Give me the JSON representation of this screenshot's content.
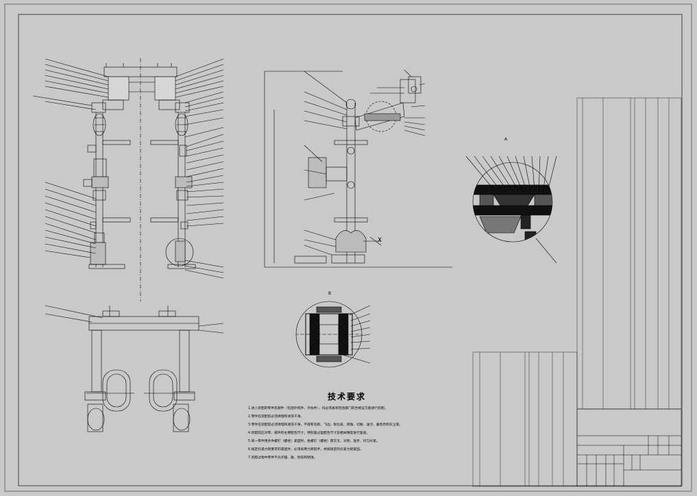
{
  "drawing": {
    "notes_title": "技术要求",
    "notes": [
      "1.进入装配的零件及部件（包括外购件、外协件），均必须具有检验部门的合格证方能进行装配。",
      "2.零件在装配前必须清理和清洗干净。",
      "3.零件在装配前必须清理和清洗干净，不得有毛刺、飞边、氧化皮、锈蚀、切屑、油污、着色剂和灰尘等。",
      "4.装配前应对零、部件的主要配合尺寸，特别是过盈配合尺寸及相关精度进行复查。",
      "5.同一零件用多件螺钉（螺栓）紧固时，各螺钉（螺栓）需交叉、对称、逐步、均匀拧紧。",
      "6.规定拧紧力矩要求的紧固件，必须采用力矩扳手，并按规定的拧紧力矩紧固。",
      "7.装配过程中零件不允许磕、碰、划伤和锈蚀。"
    ],
    "section_label_a": "A",
    "section_label_b": "B",
    "center_marker": "X"
  }
}
